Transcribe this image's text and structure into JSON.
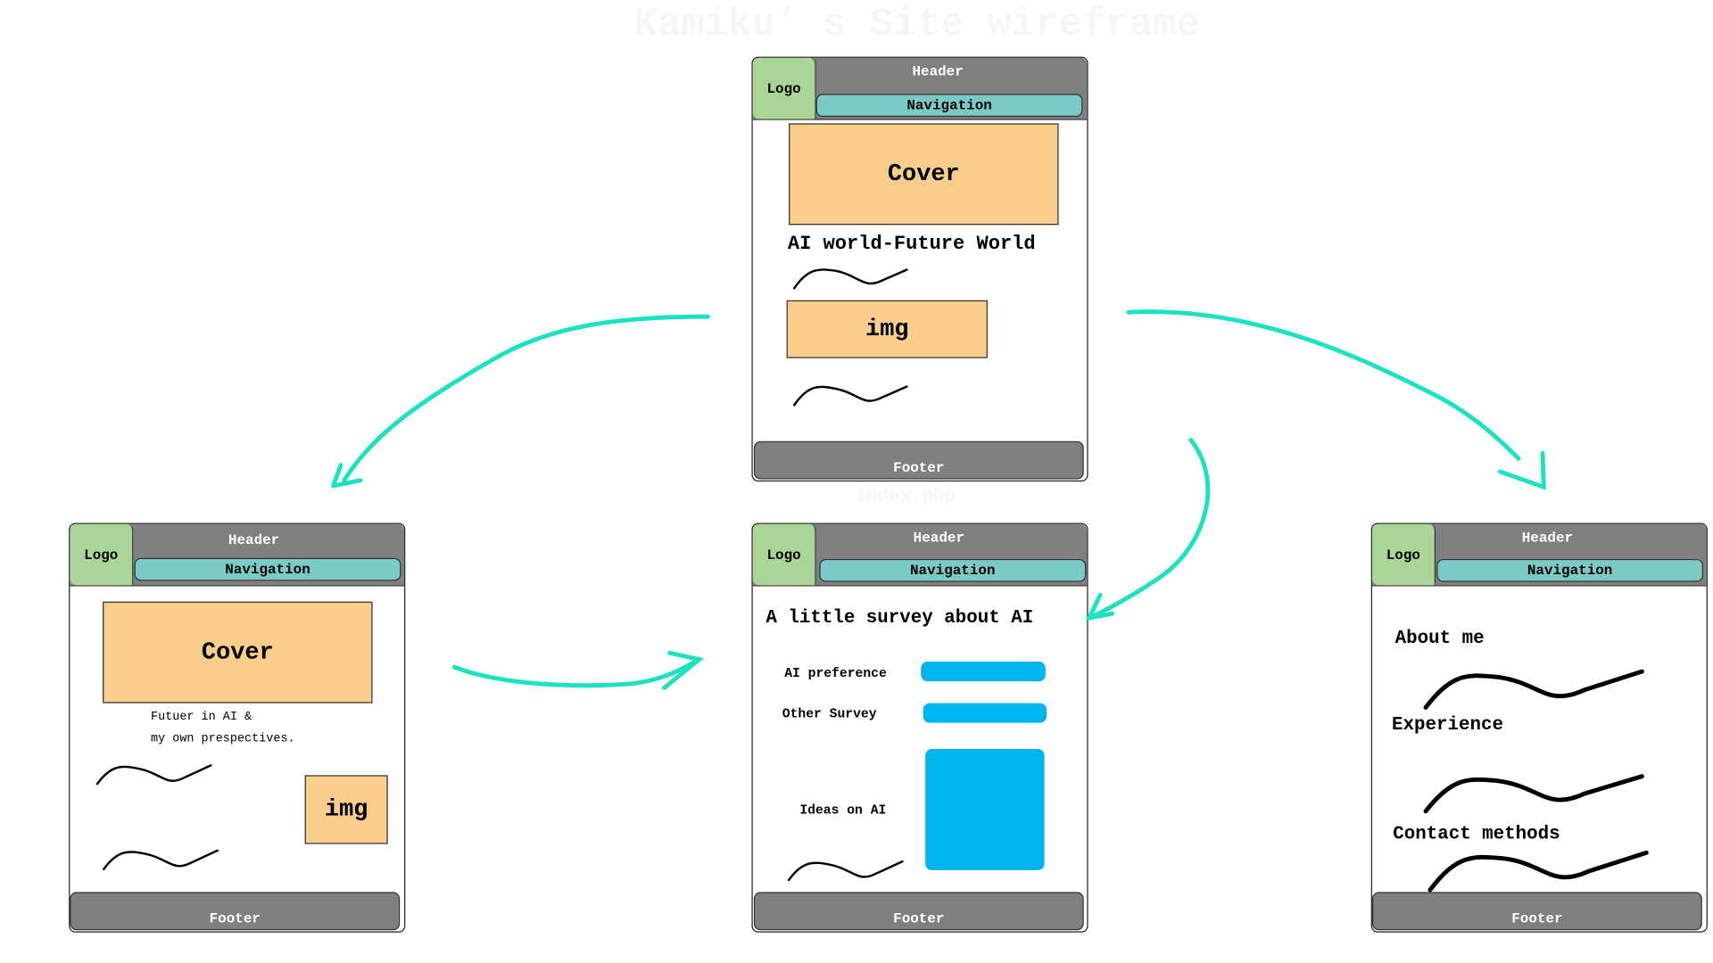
{
  "title": "Kamiku’ s Site wireframe",
  "common": {
    "logo": "Logo",
    "header": "Header",
    "navigation": "Navigation",
    "footer": "Footer"
  },
  "index": {
    "label": "index.php",
    "cover": "Cover",
    "heading": "AI world-Future World",
    "img": "img"
  },
  "left_page": {
    "cover": "Cover",
    "text_line1": "Futuer in AI &",
    "text_line2": "my own prespectives.",
    "img": "img"
  },
  "survey_page": {
    "heading": "A little survey about AI",
    "fields": [
      {
        "label": "AI preference"
      },
      {
        "label": "Other Survey"
      },
      {
        "label": "Ideas on AI"
      }
    ],
    "field_color": "#00b5ee"
  },
  "about_page": {
    "sections": [
      "About me",
      "Experience",
      "Contact methods"
    ]
  },
  "colors": {
    "arrow": "#1de2c2",
    "header": "#808080",
    "logo": "#aad596",
    "nav": "#79ccc6",
    "box": "#f9cd8b"
  }
}
